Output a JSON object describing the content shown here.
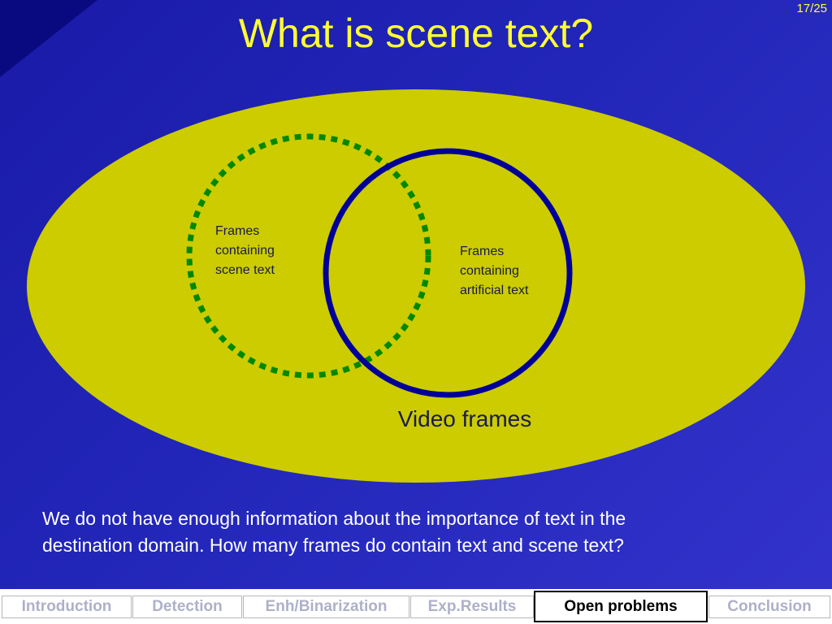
{
  "slide": {
    "page_number": "17/25",
    "title": "What is scene text?"
  },
  "diagram": {
    "outer_set": {
      "label": "Video frames",
      "fill": "#cccc00"
    },
    "scene_text_set": {
      "label_lines": [
        "Frames",
        "containing",
        "scene text"
      ],
      "stroke": "#008800",
      "style": "dotted"
    },
    "artificial_text_set": {
      "label_lines": [
        "Frames",
        "containing",
        "artificial text"
      ],
      "stroke": "#000099",
      "style": "solid"
    }
  },
  "caption": {
    "line1": "We do not have enough information about the importance of text in the",
    "line2": "destination domain. How many frames do contain text and scene text?"
  },
  "nav": {
    "items": [
      {
        "label": "Introduction",
        "active": false
      },
      {
        "label": "Detection",
        "active": false
      },
      {
        "label": "Enh/Binarization",
        "active": false
      },
      {
        "label": "Exp.Results",
        "active": false
      },
      {
        "label": "Open problems",
        "active": true
      },
      {
        "label": "Conclusion",
        "active": false
      }
    ]
  },
  "colors": {
    "background": "#2226b8",
    "title": "#ffff33",
    "caption": "#ffffff"
  }
}
